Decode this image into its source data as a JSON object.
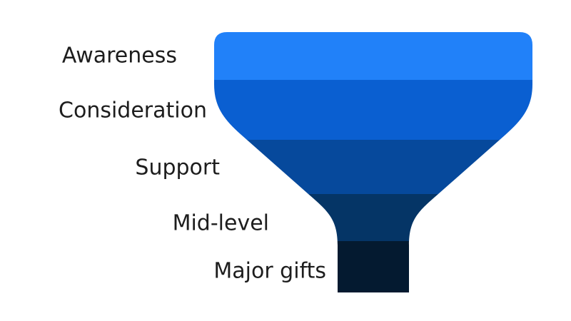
{
  "figure": {
    "type": "funnel-diagram",
    "background_color": "#ffffff",
    "label_text_color": "#1d1d1d",
    "stages": [
      {
        "label": "Awareness",
        "color": "#2181f9"
      },
      {
        "label": "Consideration",
        "color": "#0a5fd1"
      },
      {
        "label": "Support",
        "color": "#06499c"
      },
      {
        "label": "Mid-level",
        "color": "#053566"
      },
      {
        "label": "Major gifts",
        "color": "#041a30"
      }
    ]
  }
}
